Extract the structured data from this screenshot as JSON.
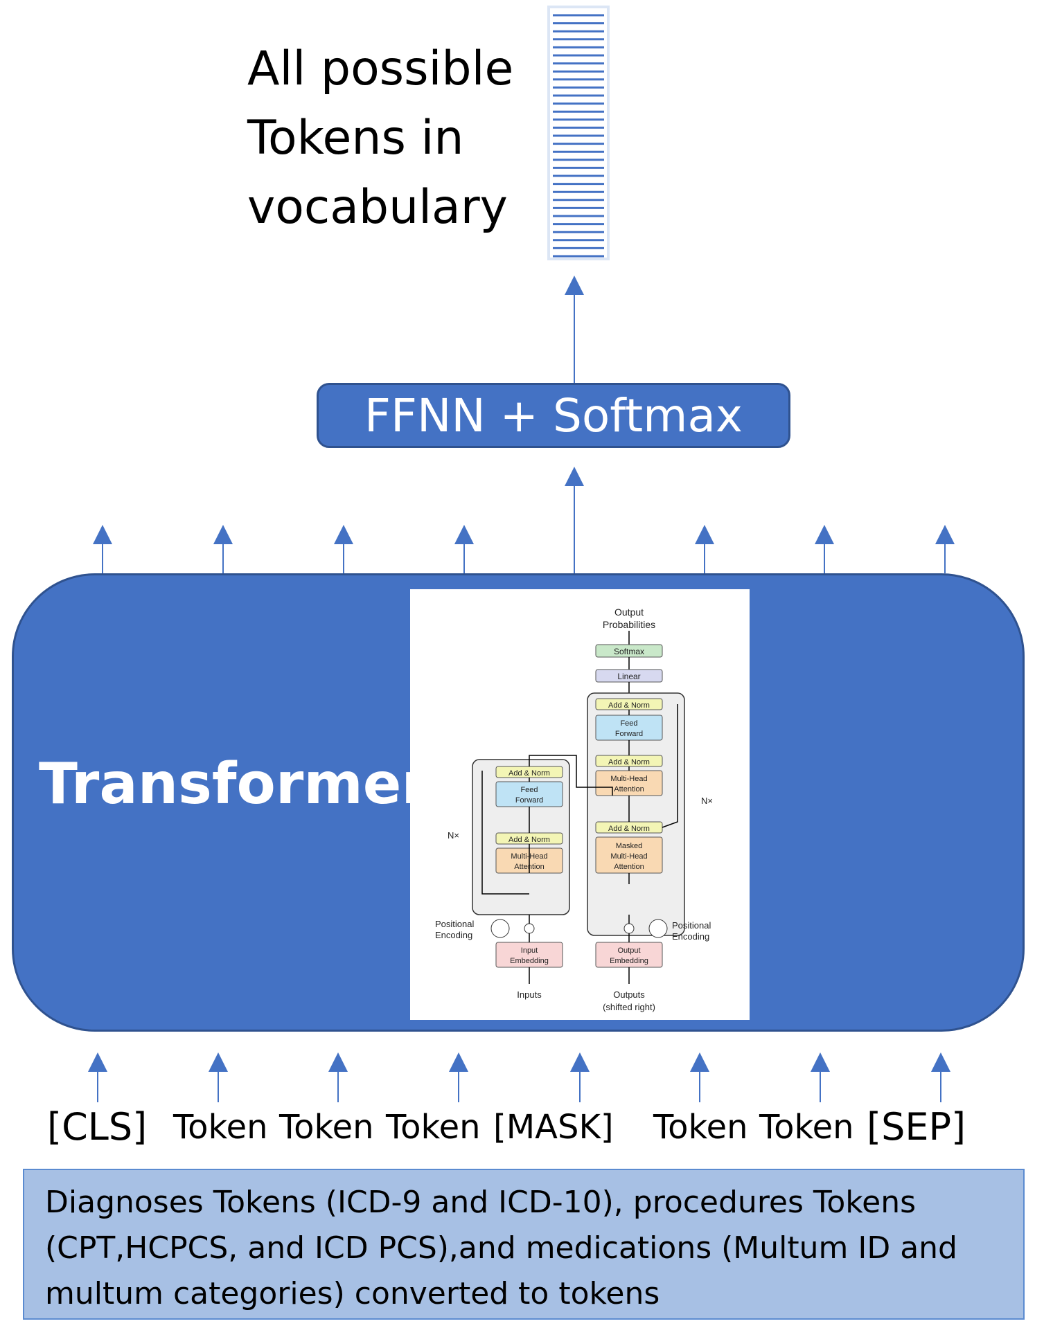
{
  "vocab_label_lines": [
    "All possible",
    "Tokens in",
    "vocabulary"
  ],
  "ffnn_label": "FFNN + Softmax",
  "transformer_label": "Transformer",
  "architecture": {
    "output_probabilities": [
      "Output",
      "Probabilities"
    ],
    "softmax": "Softmax",
    "linear": "Linear",
    "add_norm": "Add & Norm",
    "feed_forward": [
      "Feed",
      "Forward"
    ],
    "multi_head_attention": [
      "Multi-Head",
      "Attention"
    ],
    "masked_attention": [
      "Masked",
      "Multi-Head",
      "Attention"
    ],
    "nx": "N×",
    "positional_encoding": [
      "Positional",
      "Encoding"
    ],
    "input_embedding": [
      "Input",
      "Embedding"
    ],
    "output_embedding": [
      "Output",
      "Embedding"
    ],
    "inputs": "Inputs",
    "outputs": [
      "Outputs",
      "(shifted right)"
    ]
  },
  "tokens": [
    "[CLS]",
    "Token",
    "Token",
    "Token",
    "[MASK]",
    "Token",
    "Token",
    "[SEP]"
  ],
  "description_lines": [
    "Diagnoses Tokens (ICD-9 and ICD-10), procedures Tokens",
    "(CPT,HCPCS, and ICD PCS),and medications (Multum ID and",
    "multum categories) converted to tokens"
  ],
  "colors": {
    "primary_blue": "#4472c4",
    "border_blue": "#2f528f",
    "description_fill": "#a7c0e4",
    "arrow_blue": "#4472c4"
  }
}
